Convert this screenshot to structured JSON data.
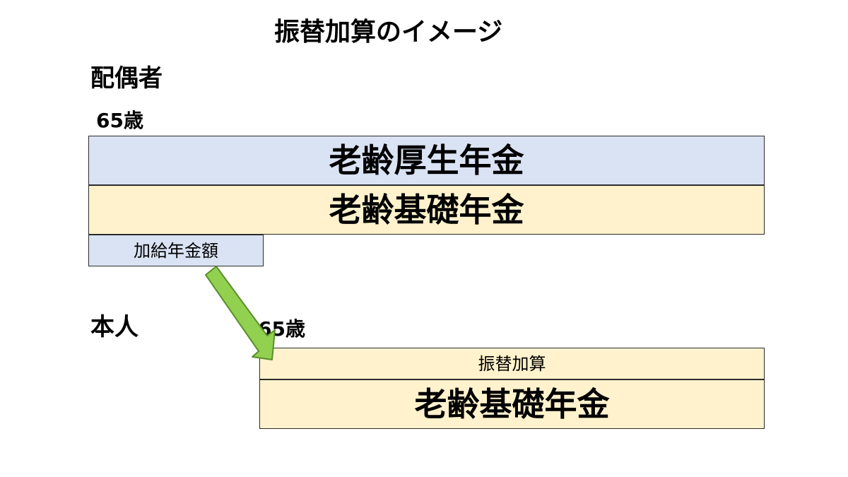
{
  "title": "振替加算のイメージ",
  "spouse": {
    "label": "配偶者",
    "age": "65歳",
    "employee_pension": "老齢厚生年金",
    "basic_pension": "老齢基礎年金",
    "additional_pension": "加給年金額"
  },
  "self": {
    "label": "本人",
    "age": "65歳",
    "transfer_addition": "振替加算",
    "basic_pension": "老齢基礎年金"
  },
  "colors": {
    "blue_fill": "#dae3f3",
    "yellow_fill": "#fff2cc",
    "arrow_fill": "#92d050",
    "arrow_stroke": "#5b8f2a"
  }
}
